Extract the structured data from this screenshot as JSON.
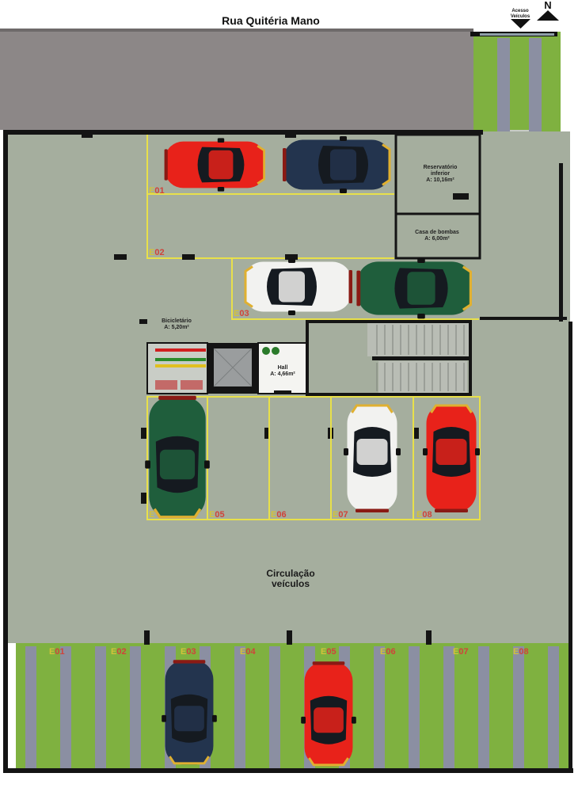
{
  "street": "Rua Quitéria Mano",
  "access_label_line1": "Acesso",
  "access_label_line2": "Veículos",
  "north": "N",
  "rooms": {
    "reservoir_line1": "Reservatório",
    "reservoir_line2": "inferior",
    "reservoir_area": "A: 10,16m²",
    "pumps_line1": "Casa de bombas",
    "pumps_area": "A: 6,00m²",
    "bike_line1": "Bicicletário",
    "bike_area": "A: 5,20m²",
    "hall_line1": "Hall",
    "hall_area": "A: 4,66m²"
  },
  "circulation_line1": "Circulação",
  "circulation_line2": "veículos",
  "spots_upper": [
    {
      "letter": "E",
      "num": "01"
    },
    {
      "letter": "E",
      "num": "02"
    },
    {
      "letter": "E",
      "num": "03"
    }
  ],
  "spots_middle": [
    {
      "letter": "E",
      "num": ""
    },
    {
      "letter": "E",
      "num": "05"
    },
    {
      "letter": "E",
      "num": "06"
    },
    {
      "letter": "E",
      "num": "07"
    },
    {
      "letter": "E",
      "num": "08"
    }
  ],
  "spots_lower": [
    {
      "letter": "E",
      "num": "01"
    },
    {
      "letter": "E",
      "num": "02"
    },
    {
      "letter": "E",
      "num": "03"
    },
    {
      "letter": "E",
      "num": "04"
    },
    {
      "letter": "E",
      "num": "05"
    },
    {
      "letter": "E",
      "num": "06"
    },
    {
      "letter": "E",
      "num": "07"
    },
    {
      "letter": "E",
      "num": "08"
    }
  ],
  "colors": {
    "floor": "#a5ae9e",
    "wall": "#141414",
    "sidewalk": "#8c8787",
    "grass": "#7fb140",
    "paver": "#8b8fa2",
    "line": "#e8e04a",
    "code_letter": "#d2c23a",
    "code_number": "#d0433a",
    "car_red": "#e8221a",
    "car_navy": "#23344e",
    "car_white": "#f2f2f0",
    "car_green": "#1f5e3c"
  }
}
